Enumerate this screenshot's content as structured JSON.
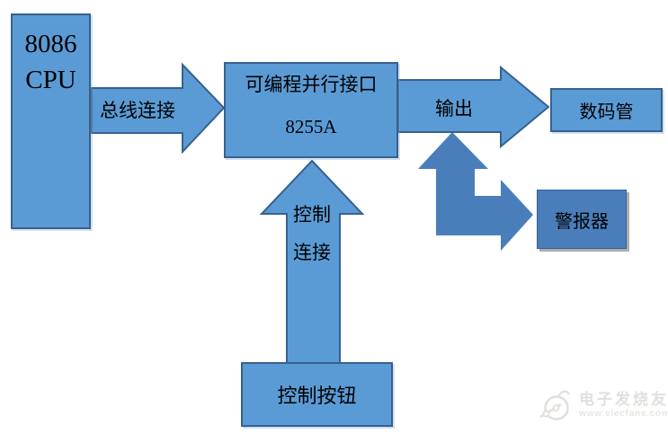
{
  "diagram": {
    "nodes": {
      "cpu": {
        "line1": "8086",
        "line2": "CPU"
      },
      "pio": {
        "line1": "可编程并行接口",
        "line2": "8255A"
      },
      "digital_tube": {
        "label": "数码管"
      },
      "alarm": {
        "label": "警报器"
      },
      "control_button": {
        "label": "控制按钮"
      }
    },
    "connections": {
      "bus": {
        "label": "总线连接",
        "from": "cpu",
        "to": "pio",
        "direction": "right"
      },
      "output": {
        "label": "输出",
        "from": "pio",
        "to": "digital_tube",
        "direction": "right"
      },
      "control": {
        "line1": "控制",
        "line2": "连接",
        "from": "control_button",
        "to": "pio",
        "direction": "up"
      },
      "alarm_link": {
        "label": "",
        "from": "pio",
        "to": "alarm",
        "direction": "up-and-right",
        "style": "bent-double-arrow"
      }
    },
    "colors": {
      "shape_fill": "#5b9bd5",
      "shape_border": "#36618f",
      "dark_fill": "#4a7ebb",
      "text": "#000000",
      "background": "#ffffff"
    }
  },
  "watermark": {
    "brand": "电子发烧友",
    "url": "www.elecfans.com"
  }
}
